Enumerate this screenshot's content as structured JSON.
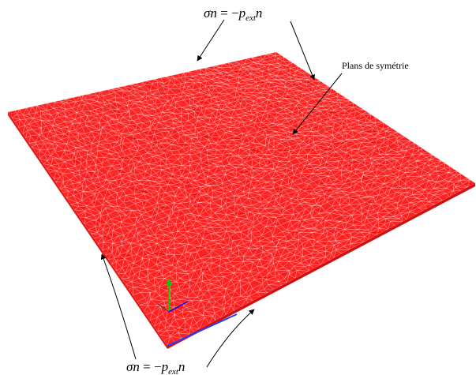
{
  "annotations": {
    "boundary_condition": {
      "sigma": "σ",
      "n": "n",
      "equals_minus": " = −",
      "p": "p",
      "ext": "ext",
      "n_trailing": "n"
    },
    "symmetry_label": "Plans de symétrie"
  },
  "colors": {
    "mesh_face": "#ff2020",
    "mesh_line": "#ffffff",
    "mesh_dark": "#b80000",
    "axis_y": "#00cc00",
    "axis_x": "#0000ff",
    "arrow": "#000000"
  },
  "icons": {
    "axis_triad": "xyz-triad-icon"
  }
}
